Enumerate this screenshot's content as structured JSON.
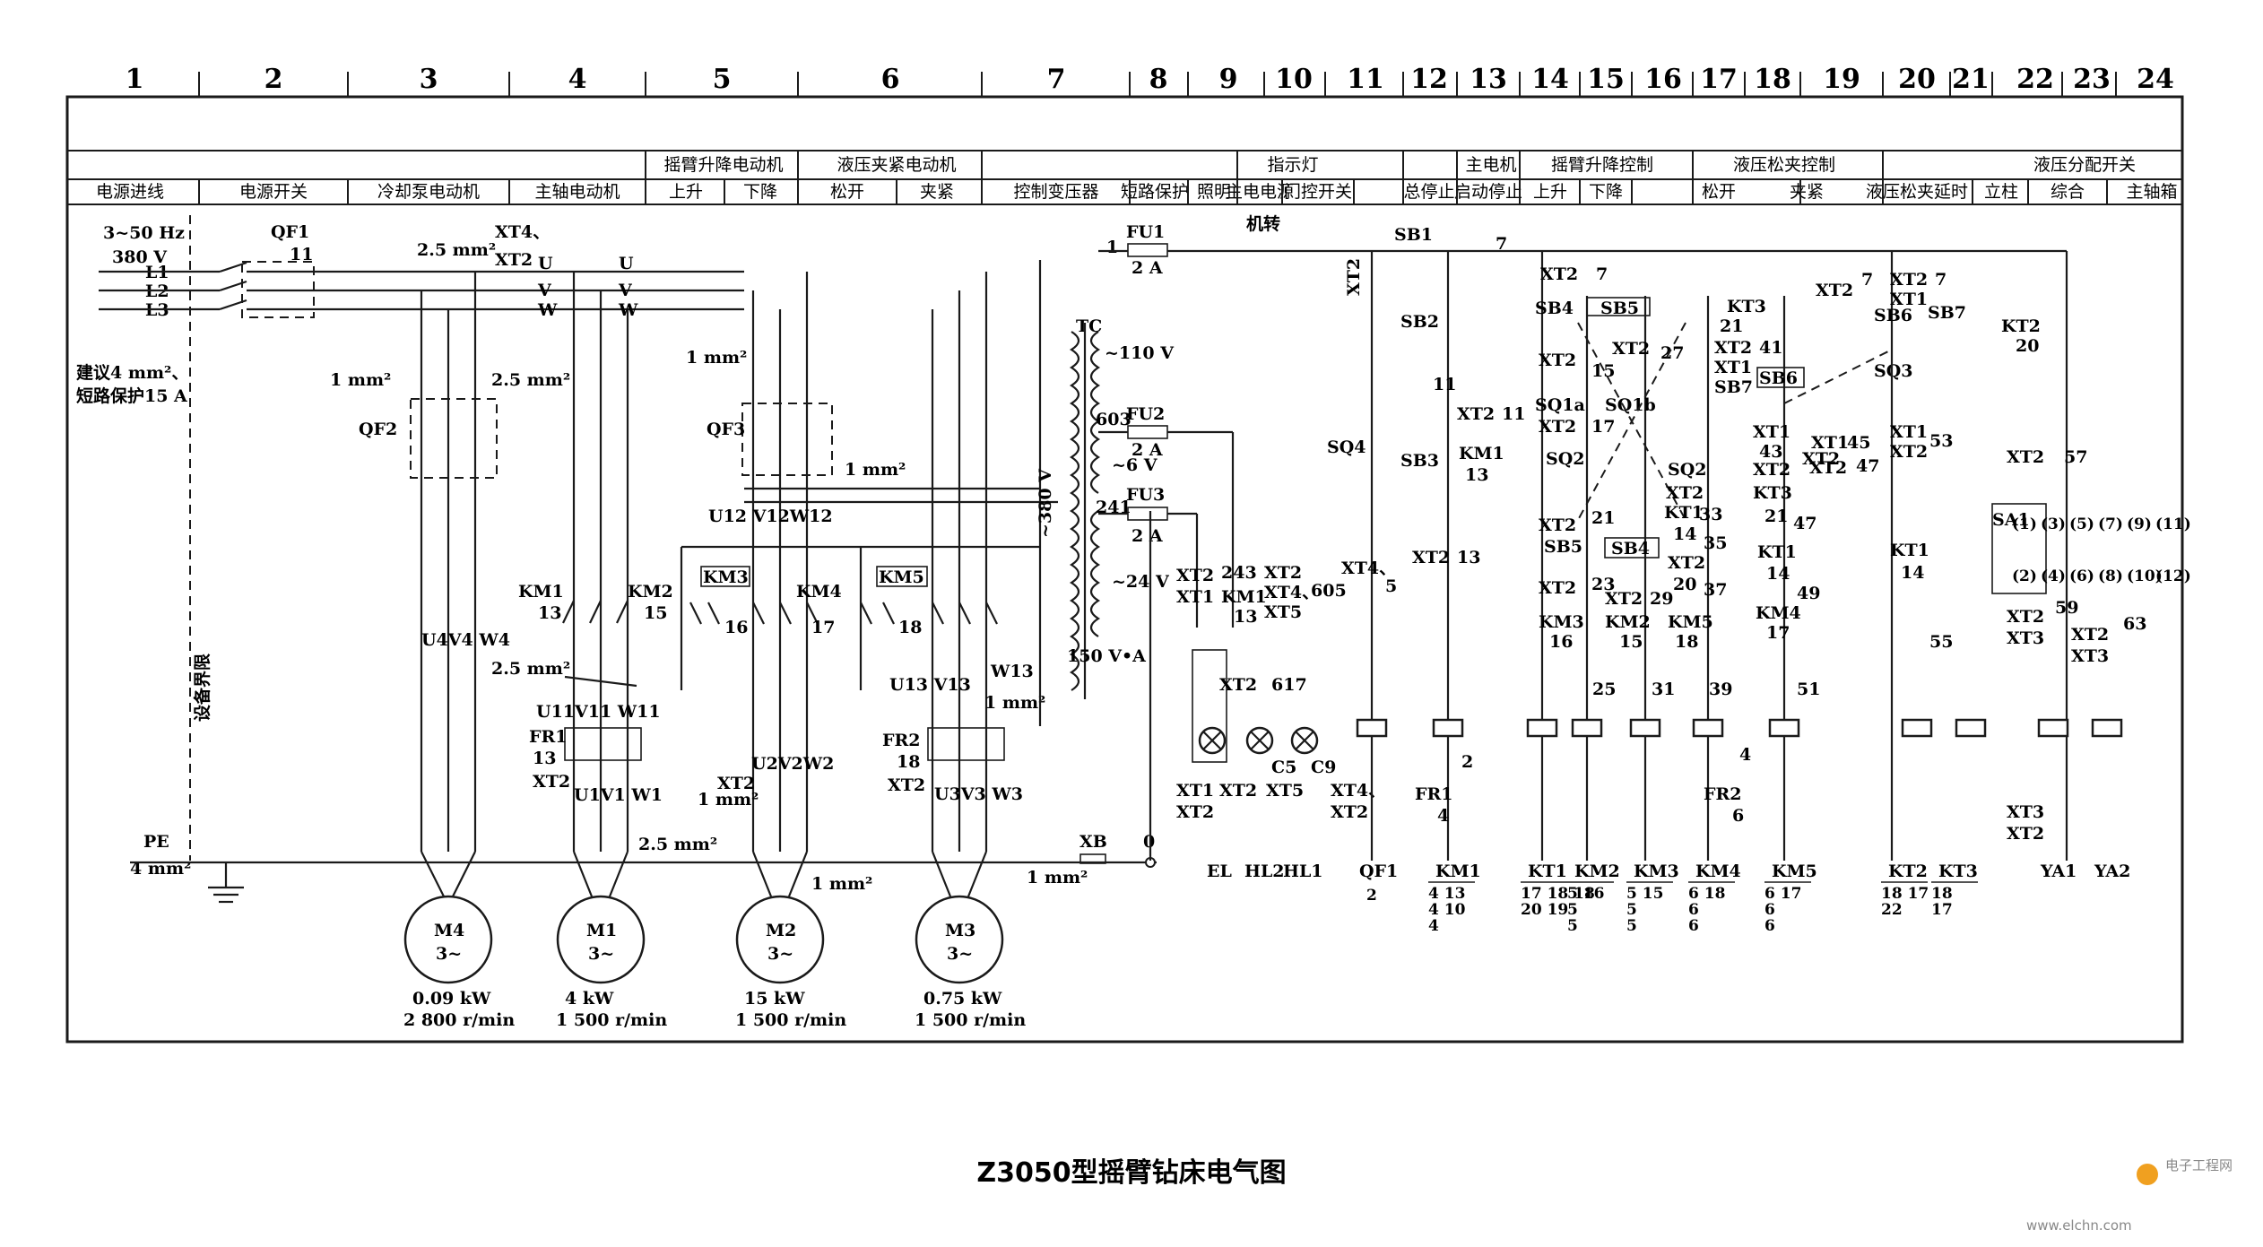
{
  "column_numbers": [
    "1",
    "2",
    "3",
    "4",
    "5",
    "6",
    "7",
    "8",
    "9",
    "10",
    "11",
    "12",
    "13",
    "14",
    "15",
    "16",
    "17",
    "18",
    "19",
    "20",
    "21",
    "22",
    "23",
    "24"
  ],
  "header_top": {
    "arm_lift_motor": "摇臂升降电动机",
    "hydraulic_motor": "液压夹紧电动机",
    "indicator": "指示灯",
    "spindle_motor": "主电机",
    "arm_lift_control": "摇臂升降控制",
    "hydraulic_release_control": "液压松夹控制",
    "hydraulic_dist_switch": "液压分配开关"
  },
  "header_bottom": [
    "电源进线",
    "电源开关",
    "冷却泵电动机",
    "主轴电动机",
    "上升",
    "下降",
    "松开",
    "夹紧",
    "控制变压器",
    "短路保护",
    "照明",
    "主电电源",
    "门控开关",
    "总停止",
    "启动停止",
    "上升",
    "下降",
    "松开",
    "夹紧",
    "液压松夹延时",
    "立柱",
    "综合",
    "主轴箱"
  ],
  "power": {
    "freq": "3~50 Hz",
    "voltage": "380 V",
    "lines": [
      "L1",
      "L2",
      "L3"
    ],
    "note1": "建议4 mm²、",
    "note2": "短路保护15 A",
    "pe": "PE",
    "pe_size": "4 mm²",
    "boundary": "设备界限"
  },
  "labels": {
    "qf1": "QF1",
    "qf1_n": "11",
    "qf2": "QF2",
    "qf3": "QF3",
    "mm25": "2.5 mm²",
    "mm1": "1 mm²",
    "xt4xt2": "XT4、",
    "xt2": "XT2",
    "u": "U",
    "v": "V",
    "w": "W",
    "u12": "U12 V12W12",
    "km1": "KM1",
    "km2": "KM2",
    "km3": "KM3",
    "km4": "KM4",
    "km5": "KM5",
    "n13": "13",
    "n15": "15",
    "n16": "16",
    "n17": "17",
    "n18": "18",
    "u4": "U4V4 W4",
    "u11": "U11V11 W11",
    "fr1": "FR1",
    "fr2": "FR2",
    "u1": "U1V1 W1",
    "u2": "U2V2W2",
    "u3": "U3V3 W3",
    "u13": "U13 V13",
    "w13": "W13",
    "tc": "TC",
    "v110": "~110 V",
    "v6": "~6 V",
    "v24": "~24 V",
    "v380": "~380 V",
    "va": "150 V•A",
    "fu1": "FU1",
    "fu2": "FU2",
    "fu3": "FU3",
    "a2": "2 A",
    "n1": "1",
    "n603": "603",
    "n241": "241",
    "n243": "243",
    "n617": "617",
    "n605": "605",
    "xb": "XB",
    "n0": "0",
    "machine_run": "机转",
    "sb1": "SB1",
    "sb2": "SB2",
    "sb3": "SB3",
    "sb4": "SB4",
    "sb5": "SB5",
    "sb6": "SB6",
    "sb7": "SB7",
    "sq1a": "SQ1a",
    "sq1b": "SQ1b",
    "sq2": "SQ2",
    "sq3": "SQ3",
    "sq4": "SQ4",
    "kt1": "KT1",
    "kt2": "KT2",
    "kt3": "KT3",
    "xt1": "XT1",
    "xt3": "XT3",
    "xt5": "XT5",
    "sa1": "SA1",
    "c5": "C5",
    "c9": "C9",
    "n7": "7",
    "n11": "11",
    "n20": "20",
    "n21": "21",
    "n27": "27",
    "n41": "41",
    "n43": "43",
    "n45": "45",
    "n47": "47",
    "n53": "53",
    "n57": "57",
    "n59": "59",
    "n63": "63",
    "n23": "23",
    "n25": "25",
    "n29": "29",
    "n31": "31",
    "n33": "33",
    "n35": "35",
    "n37": "37",
    "n39": "39",
    "n49": "49",
    "n51": "51",
    "n55": "55",
    "n14": "14",
    "n4": "4",
    "n2": "2",
    "n6": "6",
    "n5": "5"
  },
  "motors": [
    {
      "name": "M4",
      "phase": "3~",
      "power": "0.09 kW",
      "speed": "2 800 r/min"
    },
    {
      "name": "M1",
      "phase": "3~",
      "power": "4 kW",
      "speed": "1 500 r/min"
    },
    {
      "name": "M2",
      "phase": "3~",
      "power": "15 kW",
      "speed": "1 500 r/min"
    },
    {
      "name": "M3",
      "phase": "3~",
      "power": "0.75 kW",
      "speed": "1 500 r/min"
    }
  ],
  "bottom_labels": [
    "EL",
    "HL2",
    "HL1",
    "QF1",
    "KM1",
    "KT1",
    "KM2",
    "KM3",
    "KM4",
    "KM5",
    "KT2",
    "KT3",
    "YA1",
    "YA2"
  ],
  "contact_tables": {
    "qf1": "2",
    "km1": [
      "4|13",
      "4|10",
      "4|"
    ],
    "kt1": [
      "17|18|18",
      "20|19|"
    ],
    "km2": [
      "5|16",
      "5|",
      "5|"
    ],
    "km3": [
      "5|15",
      "5|",
      "5|"
    ],
    "km4": [
      "6|18",
      "6|",
      "6|"
    ],
    "km5": [
      "6|17",
      "6|",
      "6|"
    ],
    "kt2": [
      "18|17",
      "22|"
    ],
    "kt3": [
      "18",
      "17"
    ]
  },
  "sa1_positions": [
    "(1)",
    "(3)",
    "(5)",
    "(7)",
    "(9)",
    "(11)",
    "(2)",
    "(4)",
    "(6)",
    "(8)",
    "(10)",
    "(12)"
  ],
  "caption": "Z3050型摇臂钻床电气图",
  "watermark_site": "www.elchn.com",
  "watermark_logo": "电子工程网"
}
